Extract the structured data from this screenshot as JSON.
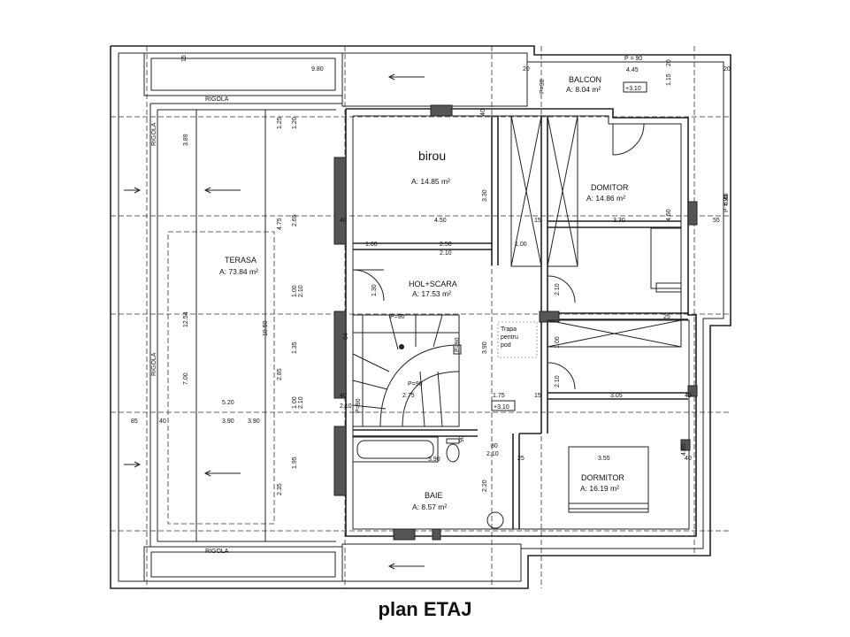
{
  "caption": "plan ETAJ",
  "rooms": {
    "balcon": {
      "name": "BALCON",
      "area": "A: 8.04 m²",
      "level": "+3.10"
    },
    "birou": {
      "name": "birou",
      "area": "A: 14.85 m²"
    },
    "domitor": {
      "name": "DOMITOR",
      "area": "A: 14.86 m²"
    },
    "terasa": {
      "name": "TERASA",
      "area": "A: 73.84 m²"
    },
    "hol": {
      "name": "HOL+SCARA",
      "area": "A: 17.53 m²"
    },
    "dormitor": {
      "name": "DORMITOR",
      "area": "A: 16.19 m²"
    },
    "baie": {
      "name": "BAIE",
      "area": "A: 8.57 m²"
    }
  },
  "labels": {
    "rigola": "RIGOLA",
    "trapa": [
      "Trapa",
      "pentru",
      "pod"
    ],
    "level_hol": "+3.10",
    "p90": "P = 90",
    "p_equals_90": "P=90"
  },
  "dims": {
    "d980": "9.80",
    "d445": "4.45",
    "d450": "4.50",
    "d330a": "3.30",
    "d330b": "3.30",
    "d250": "2.50",
    "d210a": "2.10",
    "d100a": "1.00",
    "d100b": "1.00",
    "d130": "1.30",
    "d390a": "3.90",
    "d390b": "3.90",
    "d520": "5.20",
    "d390c": "3.90",
    "d275": "2.75",
    "d175": "1.75",
    "d305": "3.05",
    "d355": "3.55",
    "d495": "4.95",
    "d646": "6.46",
    "d1254": "12.54",
    "d1050": "10.50",
    "d700": "7.00",
    "d389": "3.89",
    "d475": "4.75",
    "d235": "2.35",
    "d195": "1.95",
    "d285": "2.85",
    "d135": "1.35",
    "d220": "2.20",
    "d115": "1.15",
    "d40a": "40",
    "d40b": "40",
    "d40c": "40",
    "d40d": "40",
    "d40e": "40",
    "d15a": "15",
    "d15b": "15",
    "d15c": "15",
    "d20a": "20",
    "d20b": "20",
    "d55": "55",
    "d85": "85",
    "d25a": "25",
    "d25b": "25",
    "d80": "80",
    "d64": "64",
    "d90": "90",
    "d210b": "2.10",
    "d210c": "2.10",
    "d210d": "2.10",
    "d100c": "1.00",
    "d100d": "1.00",
    "d100e": "1.00",
    "d265": "2.65",
    "d125": "1.25",
    "d120": "1.20"
  }
}
